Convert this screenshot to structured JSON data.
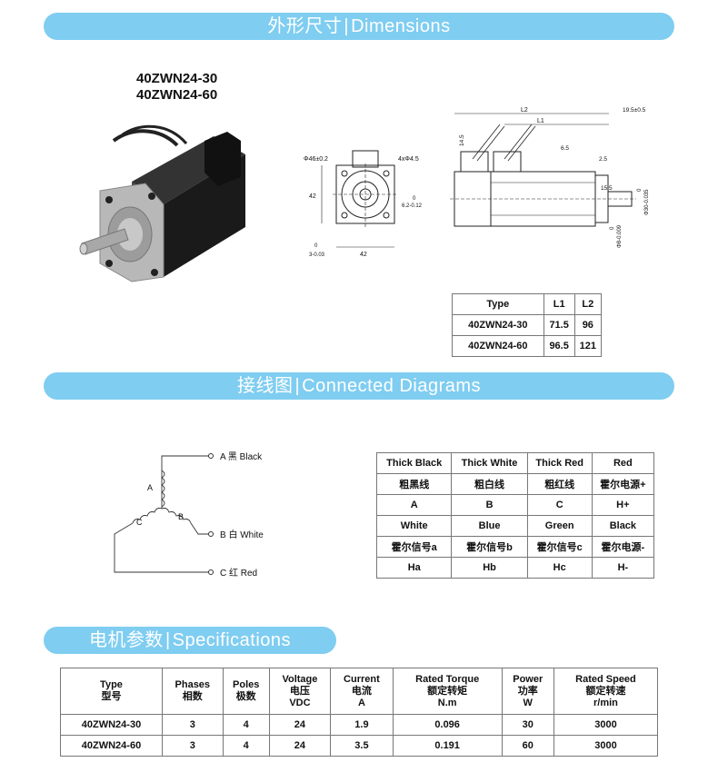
{
  "sections": {
    "dimensions": {
      "cn": "外形尺寸",
      "sep": "|",
      "en": "Dimensions"
    },
    "connected": {
      "cn": "接线图",
      "sep": "|",
      "en": "Connected Diagrams"
    },
    "specifications": {
      "cn": "电机参数",
      "sep": "|",
      "en": "Specifications"
    }
  },
  "models": [
    "40ZWN24-30",
    "40ZWN24-60"
  ],
  "front_view": {
    "flange_dia": "Φ46±0.2",
    "holes": "4xΦ4.5",
    "side": "42",
    "bottom": "42",
    "shaft_top": "0",
    "shaft_tol": "6.2-0.12",
    "bot_left_top": "0",
    "bot_left": "3-0.03"
  },
  "side_view": {
    "l2": "L2",
    "l1": "L1",
    "shaft_len": "19.5±0.5",
    "dim_14_5": "14.5",
    "dim_6_5": "6.5",
    "dim_2_5": "2.5",
    "dim_15_5": "15.5",
    "dim_30": "Φ30-0.035",
    "dim_30_top": "0",
    "dim_8": "Φ8-0.009",
    "dim_8_top": "0"
  },
  "dim_table": {
    "headers": [
      "Type",
      "L1",
      "L2"
    ],
    "rows": [
      [
        "40ZWN24-30",
        "71.5",
        "96"
      ],
      [
        "40ZWN24-60",
        "96.5",
        "121"
      ]
    ]
  },
  "wiring": {
    "coil_a": "A",
    "coil_b": "B",
    "coil_c": "C",
    "a_label": "A 黑 Black",
    "b_label": "B 白 White",
    "c_label": "C 红 Red"
  },
  "conn_table": {
    "row1": [
      "Thick Black",
      "Thick White",
      "Thick Red",
      "Red"
    ],
    "row2": [
      "粗黑线",
      "粗白线",
      "粗红线",
      "霍尔电源+"
    ],
    "row3": [
      "A",
      "B",
      "C",
      "H+"
    ],
    "row4": [
      "White",
      "Blue",
      "Green",
      "Black"
    ],
    "row5": [
      "霍尔信号a",
      "霍尔信号b",
      "霍尔信号c",
      "霍尔电源-"
    ],
    "row6": [
      "Ha",
      "Hb",
      "Hc",
      "H-"
    ]
  },
  "spec_table": {
    "headers": [
      {
        "en": "Type",
        "cn": "型号",
        "unit": ""
      },
      {
        "en": "Phases",
        "cn": "相数",
        "unit": ""
      },
      {
        "en": "Poles",
        "cn": "极数",
        "unit": ""
      },
      {
        "en": "Voltage",
        "cn": "电压",
        "unit": "VDC"
      },
      {
        "en": "Current",
        "cn": "电流",
        "unit": "A"
      },
      {
        "en": "Rated Torque",
        "cn": "额定转矩",
        "unit": "N.m"
      },
      {
        "en": "Power",
        "cn": "功率",
        "unit": "W"
      },
      {
        "en": "Rated Speed",
        "cn": "额定转速",
        "unit": "r/min"
      }
    ],
    "rows": [
      [
        "40ZWN24-30",
        "3",
        "4",
        "24",
        "1.9",
        "0.096",
        "30",
        "3000"
      ],
      [
        "40ZWN24-60",
        "3",
        "4",
        "24",
        "3.5",
        "0.191",
        "60",
        "3000"
      ]
    ]
  }
}
